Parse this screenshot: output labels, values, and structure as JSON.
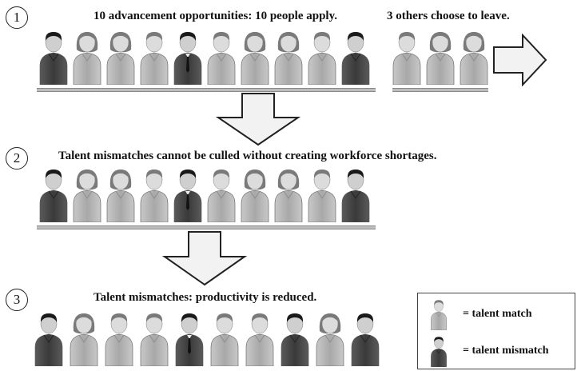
{
  "steps": [
    {
      "number": "1",
      "caption": "10 advancement opportunities:  10 people apply.",
      "side_caption": "3 others choose to leave."
    },
    {
      "number": "2",
      "caption": "Talent mismatches cannot be culled without creating workforce shortages."
    },
    {
      "number": "3",
      "caption": "Talent mismatches: productivity is reduced."
    }
  ],
  "rows": {
    "row1": [
      "mismatch",
      "match-f",
      "match-f",
      "match",
      "mismatch-tie",
      "match",
      "match-f",
      "match-f",
      "match",
      "mismatch"
    ],
    "row1_leavers": [
      "match",
      "match-f",
      "match-f"
    ],
    "row2": [
      "mismatch",
      "match-f",
      "match-f",
      "match",
      "mismatch-tie",
      "match",
      "match-f",
      "match-f",
      "match",
      "mismatch"
    ],
    "row3": [
      "mismatch",
      "match-f",
      "match",
      "match",
      "mismatch-tie",
      "match",
      "match",
      "mismatch",
      "match-f",
      "mismatch"
    ]
  },
  "legend": {
    "match_label": "= talent match",
    "mismatch_label": "= talent mismatch"
  },
  "colors": {
    "match_body": "#a8a8a8",
    "mismatch_body": "#3a3a3a",
    "arrow_fill": "#f2f2f2",
    "arrow_stroke": "#222222"
  }
}
